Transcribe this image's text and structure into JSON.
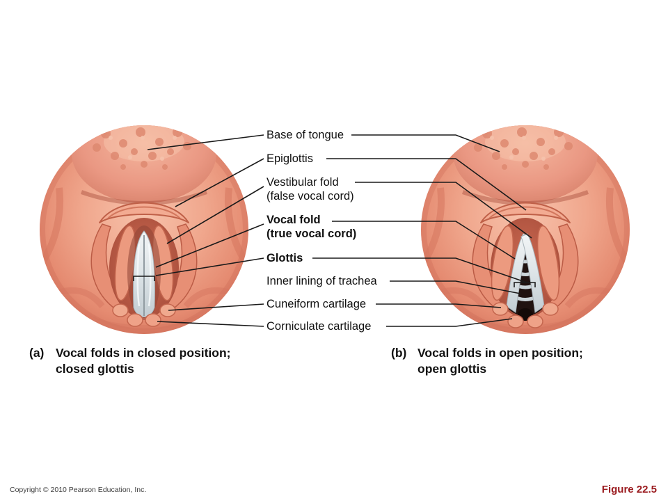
{
  "figure": {
    "labels": [
      {
        "line1": "Base of tongue"
      },
      {
        "line1": "Epiglottis"
      },
      {
        "line1": "Vestibular fold",
        "line2": "(false vocal cord)"
      },
      {
        "line1": "Vocal fold",
        "line2": "(true vocal cord)"
      },
      {
        "line1": "Glottis"
      },
      {
        "line1": "Inner lining of trachea"
      },
      {
        "line1": "Cuneiform cartilage"
      },
      {
        "line1": "Corniculate cartilage"
      }
    ],
    "captions": {
      "a": {
        "prefix": "(a)",
        "line1": "Vocal folds in closed position;",
        "line2": "closed glottis"
      },
      "b": {
        "prefix": "(b)",
        "line1": "Vocal folds in open position;",
        "line2": "open glottis"
      }
    },
    "footer": {
      "copyright": "Copyright © 2010 Pearson Education, Inc.",
      "figure_number": "Figure 22.5"
    },
    "colors": {
      "figure_number": "#9b1c20",
      "label_text": "#111111",
      "flesh_main": "#ef9d84",
      "vocal_fold_pale": "#dde4e7",
      "glottis_dark": "#201210",
      "leader_line": "#1a1a1a"
    }
  }
}
